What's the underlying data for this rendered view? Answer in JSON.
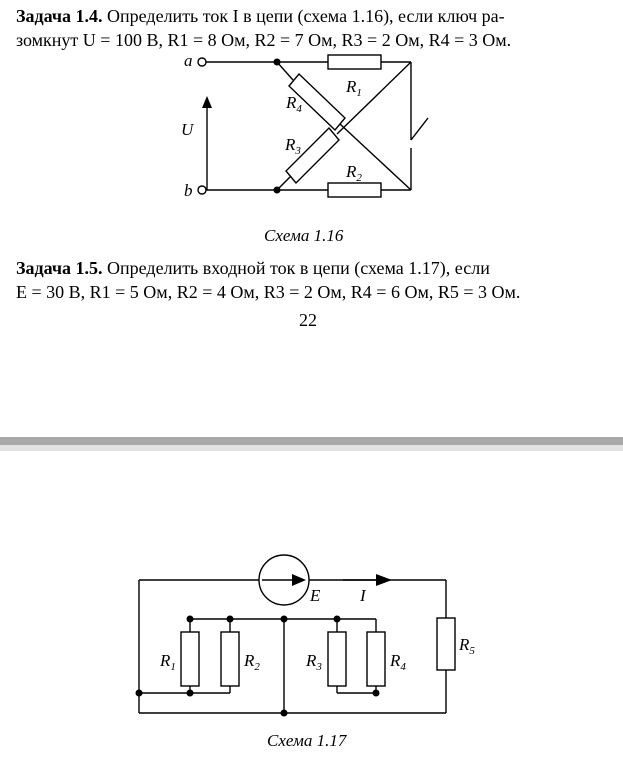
{
  "task_14": {
    "heading": "Задача 1.4.",
    "text_line1": "Определить ток I в цепи (схема 1.16), если ключ ра-",
    "text_line2": "зомкнут U = 100 В, R1 = 8 Ом, R2 = 7 Ом, R3 = 2 Ом, R4 = 3 Ом."
  },
  "scheme_116": {
    "label_a": "a",
    "label_b": "b",
    "label_U": "U",
    "label_R1": "R",
    "sub_R1": "1",
    "label_R2": "R",
    "sub_R2": "2",
    "label_R3": "R",
    "sub_R3": "3",
    "label_R4": "R",
    "sub_R4": "4",
    "caption": "Схема 1.16"
  },
  "task_15": {
    "heading": "Задача 1.5.",
    "text_line1": "Определить входной ток в цепи (схема 1.17), если",
    "text_line2": "E = 30 В, R1 = 5 Ом, R2 = 4 Ом, R3 = 2 Ом, R4 = 6 Ом, R5 = 3 Ом."
  },
  "page_number": "22",
  "scheme_117": {
    "label_E": "E",
    "label_I": "I",
    "label_R": "R",
    "sub_R1": "1",
    "sub_R2": "2",
    "sub_R3": "3",
    "sub_R4": "4",
    "sub_R5": "5",
    "caption": "Схема 1.17"
  }
}
